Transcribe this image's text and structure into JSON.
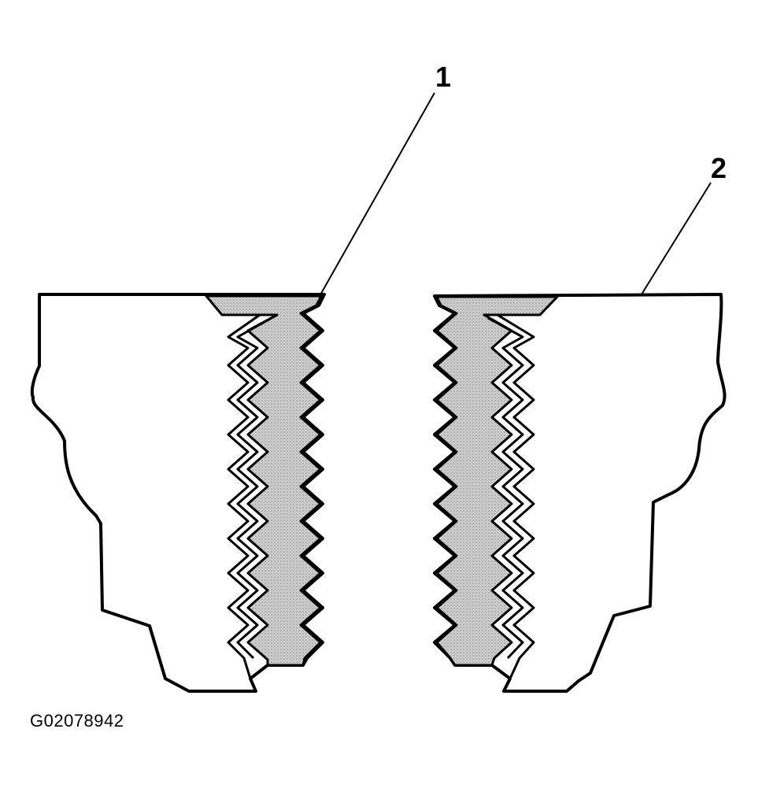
{
  "callouts": [
    {
      "label": "1"
    },
    {
      "label": "2"
    }
  ],
  "figure_id": "G02078942",
  "colors": {
    "line": "#000000",
    "background": "#ffffff",
    "thread_fill": "#c8c8c8"
  }
}
